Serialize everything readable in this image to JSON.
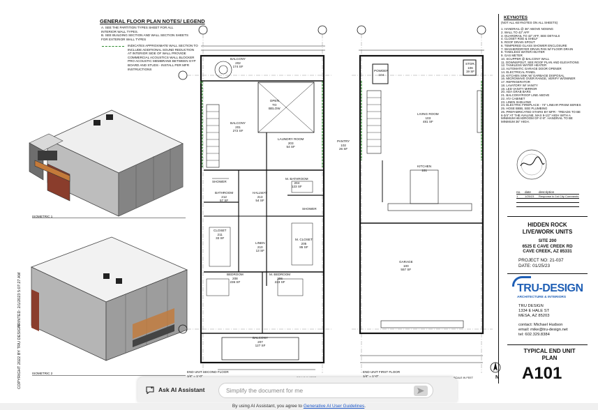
{
  "sheet": {
    "notes_heading": "GENERAL FLOOR PLAN NOTES/ LEGEND",
    "notes": [
      "A.   SEE THE PARTITION TYPES SHEET FOR ALL",
      "       INTERIOR WALL TYPES.",
      "B.   SEE BUILDING SECTION AND WALL SECTION SHEETS",
      "       FOR EXTERIOR WALL TYPES"
    ],
    "legend_lines": [
      "INDICATES APPROXIMATE WALL SECTION TO",
      "INCLUDE ADDITIONAL SOUND REDUCTION",
      "AT INTERIOR SIDE OF WALL PROVIDE",
      "COMMERCIAL ACOUSTICS WALL BLOCKER",
      "PRO ACOUSTIC MEMBRANE BETWEEN GYP",
      "BOARD AND STUDS - INSTALL PER MFR",
      "INSTRUCTIONS"
    ],
    "iso1": "ISOMETRIC 1",
    "iso2": "ISOMETRIC 2",
    "printed": "PRINTED: 2/1/2023 5:07:27 AM",
    "copyright": "COPYRIGHT 2022 BY TRU DESIGN",
    "plan2_title": "END UNIT SECOND FLOOR",
    "plan2_scale": "1/4\" = 1'-0\"",
    "plan1_title": "END UNIT FIRST FLOOR",
    "plan1_scale": "1/4\" = 1'-0\"",
    "scale_note": "SCALE IN FEET"
  },
  "rooms": {
    "balcony_top": "BALCONY\n202\n174 SF",
    "balcony_mid": "BALCONY\n201\n272 SF",
    "laundry": "LAUNDRY ROOM\n203\n54 SF",
    "open_below": "OPEN\nTO\nBELOW",
    "bathroom": "BATHROOM\n212\n57 SF",
    "hallway": "HALLWAY\n213\n54 SF",
    "m_bathroom": "M. BATHROOM\n204\n123 SF",
    "closet": "CLOSET\n211\n33 SF",
    "linen": "LINEN\n210\n13 SF",
    "m_closet": "M. CLOSET\n205\n85 SF",
    "bedroom": "BEDROOM\n208\n236 SF",
    "m_bedroom": "M. BEDROOM\n206\n223 SF",
    "balcony_bottom": "BALCONY\n207\n127 SF",
    "powder": "POWDER\n104",
    "stor": "STOR.\n106\n19 SF",
    "living": "LIVING ROOM\n103\n481 SF",
    "pantry": "PANTRY\n102\n26 SF",
    "kitchen": "KITCHEN\n101",
    "garage": "GARAGE\n100\n557 SF",
    "shower1": "SHOWER",
    "shower2": "SHOWER"
  },
  "keynotes": {
    "title": "KEYNOTES",
    "subtitle": "(NOT ALL KEYNOTES ON ALL SHEETS)",
    "items": [
      "1.    HANDRAIL @ 36\" ABOVE NOSING",
      "2.    WALL TO 42\" AFF",
      "3.    GUARDRAIL TO 42\" AFF, SEE DETAILS",
      "4.    CLOSET ROD & SHELF",
      "5.    ROOF DRAIN SPOUT",
      "6.    TEMPERED GLASS SHOWER ENCLOSURE",
      "7.    WASHER/DRYER DRAIN PAN W/ FLOOR DRAIN",
      "8.    TANKLESS WATER HEATER",
      "9.    GAS METER",
      "10.  SCUPPER @ BALCONY WALL",
      "11.  DOWNSPOUT, SEE ROOF PLAN AND ELEVATIONS",
      "12.  TANKLESS WATER HEATER",
      "13.  AUTOMATIC GARAGE DOOR OPENER",
      "14.  ELECTRICAL PANEL",
      "15.  KITCHEN SINK W/ GARBAGE DISPOSAL",
      "16.  MICROWAVE OVER RANGE, VERIFY W/OWNER",
      "17.  REFRIGERATOR",
      "18.  LAVATORY W/ VANITY",
      "19.  LED VANITY MIRROR",
      "20.  ADA GRAB BARS",
      "21.  BALCONY/ROOF LINE ABOVE",
      "22.  A/V CABINET",
      "23.  LINEN SHELVING",
      "24.  ELECTRIC FIREPLACE - 74\" LINEAR PRISM SERIES",
      "25.  HOSE BIBB, SEE PLUMBING",
      "26.  PREFABRICATED STAIRS BY MFR - TREADS TO BE",
      "       6-3/4\" AT THE AVALINE, MAX 9-1/2\" HIGH WITH A",
      "       MINIMUM HEADROOM OF 6'-8\". HANDRAIL TO BE",
      "       MINIMUM 36\" HIGH."
    ]
  },
  "revisions": {
    "headers": [
      "no.",
      "date",
      "description"
    ],
    "rows": [
      [
        "1",
        "1/25/23",
        "Response to 1st City Comments"
      ]
    ]
  },
  "title_block": {
    "project_lines": [
      "HIDDEN ROCK",
      "LIVE/WORK UNITS"
    ],
    "site": "SITE 200",
    "address_lines": [
      "6525 E CAVE CREEK RD",
      "CAVE CREEK, AZ 85331"
    ],
    "project_no": "PROJECT NO: 21-037",
    "date": "DATE:   01/25/23",
    "logo_main": "TRU-DESIGN",
    "logo_sub": "ARCHITECTURE & INTERIORS",
    "firm_lines": [
      "TRU DESIGN",
      "1334 E HALE ST",
      "MESA, AZ 85203"
    ],
    "contact_lines": [
      "contact: Michael Hudson",
      "email: mike@tru-design.net",
      "tel: 602.329.8384"
    ],
    "sheet_title": [
      "TYPICAL END UNIT",
      "PLAN"
    ],
    "sheet_number": "A101",
    "north": "N"
  },
  "ai_assistant": {
    "label": "Ask AI Assistant",
    "placeholder": "Simplify the document for me",
    "disclaimer_prefix": "By using AI Assistant, you agree to ",
    "disclaimer_link": "Generative AI User Guidelines",
    "disclaimer_suffix": "."
  },
  "colors": {
    "ink": "#111111",
    "green_dashed": "#2a8a2a",
    "brick": "#8a3d2c",
    "wood": "#c47a3a",
    "logo_blue": "#1f5fb5"
  }
}
